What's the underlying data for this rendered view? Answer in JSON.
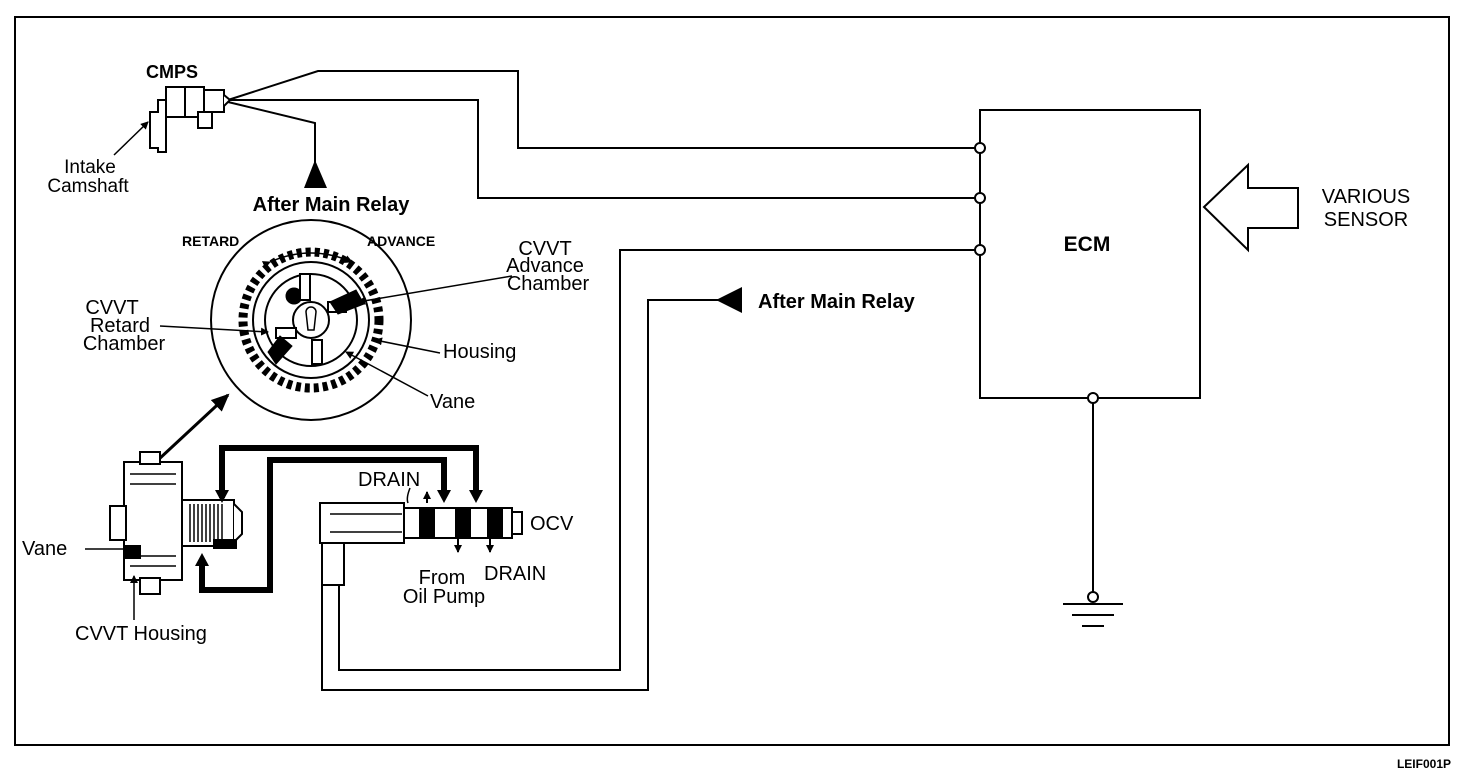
{
  "labels": {
    "cmps": "CMPS",
    "intake_l1": "Intake",
    "intake_l2": "Camshaft",
    "after_main_relay_top": "After Main Relay",
    "retard": "RETARD",
    "advance": "ADVANCE",
    "adv_chamber_l1": "CVVT",
    "adv_chamber_l2": "Advance",
    "adv_chamber_l3": "Chamber",
    "ret_chamber_l1": "CVVT",
    "ret_chamber_l2": "Retard",
    "ret_chamber_l3": "Chamber",
    "housing": "Housing",
    "vane_top": "Vane",
    "vane_left": "Vane",
    "cvvt_housing": "CVVT Housing",
    "drain_top": "DRAIN",
    "drain_bottom": "DRAIN",
    "ocv": "OCV",
    "from_l1": "From",
    "from_l2": "Oil Pump",
    "after_main_relay_mid": "After Main Relay",
    "ecm": "ECM",
    "various_l1": "VARIOUS",
    "various_l2": "SENSOR",
    "figure_code": "LEIF001P"
  },
  "icons": [
    "ground-icon",
    "arrow-right-icon",
    "arrow-left-icon",
    "arrow-up-icon"
  ]
}
